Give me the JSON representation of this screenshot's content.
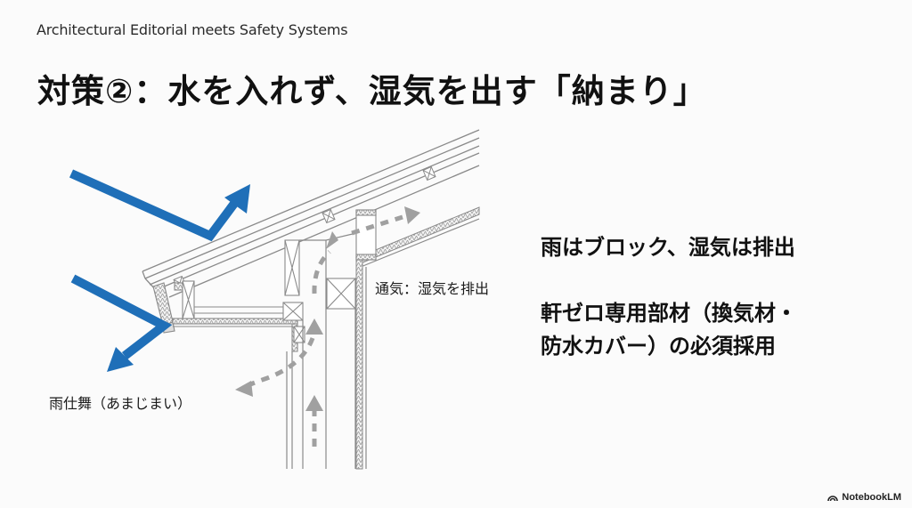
{
  "slide": {
    "subtitle": "Architectural Editorial meets Safety Systems",
    "title": "対策②：水を入れず、湿気を出す「納まり」"
  },
  "diagram": {
    "type": "eaves-cross-section",
    "labels": {
      "ventilation": "通気：湿気を排出",
      "drip_edge": "雨仕舞（あまじまい）"
    },
    "colors": {
      "rain_arrow": "#1f6fb8",
      "air_arrow": "#a0a0a0",
      "lines": "#8a8a8a"
    }
  },
  "points": [
    {
      "text": "雨はブロック、湿気は排出"
    },
    {
      "line1": "軒ゼロ専用部材（換気材・",
      "line2": "防水カバー）の必須採用"
    }
  ],
  "brand": {
    "icon": "notebooklm-logo-icon",
    "name": "NotebookLM"
  }
}
